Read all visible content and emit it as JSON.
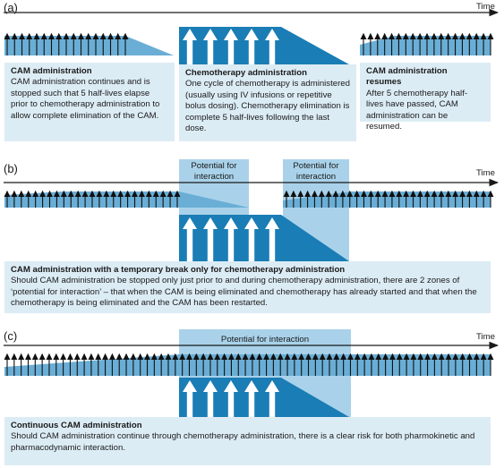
{
  "colors": {
    "cam_fill": "#6aaed6",
    "chemo_fill": "#1a7db5",
    "chemo_dark": "#0f5f8e",
    "box_fill": "#dcecf5",
    "interaction_fill": "#a9d2ea",
    "axis": "#1a1a1a"
  },
  "icons": [
    "right-arrow-icon",
    "up-arrow-icon"
  ],
  "time_label": "Time",
  "panel_a": {
    "label": "(a)",
    "cam_box": {
      "title": "CAM administration",
      "body": "CAM administration continues and is stopped such that 5 half-lives elapse prior to chemotherapy administration to allow complete elimination of the CAM."
    },
    "chemo_box": {
      "title": "Chemotherapy administration",
      "body": "One cycle of chemotherapy is administered (usually using IV infusions or repetitive bolus dosing). Chemotherapy elimination is complete 5 half-lives following the last dose."
    },
    "resume_box": {
      "title": "CAM administration resumes",
      "body": "After 5 chemotherapy half-lives have passed, CAM administration can be resumed."
    }
  },
  "panel_b": {
    "label": "(b)",
    "interaction_label": "Potential for interaction",
    "box": {
      "title": "CAM administration with a temporary break only for chemotherapy administration",
      "body": "Should CAM administration be stopped only just prior to and during chemotherapy administration, there are 2 zones of ‘potential for interaction’ – that when the CAM is being eliminated and chemotherapy has already started and that when the chemotherapy is being eliminated and the CAM has been restarted."
    }
  },
  "panel_c": {
    "label": "(c)",
    "interaction_label": "Potential for interaction",
    "box": {
      "title": "Continuous CAM administration",
      "body": "Should CAM administration continue through chemotherapy administration, there is a clear risk for both pharmokinetic and pharmacodynamic interaction."
    }
  }
}
